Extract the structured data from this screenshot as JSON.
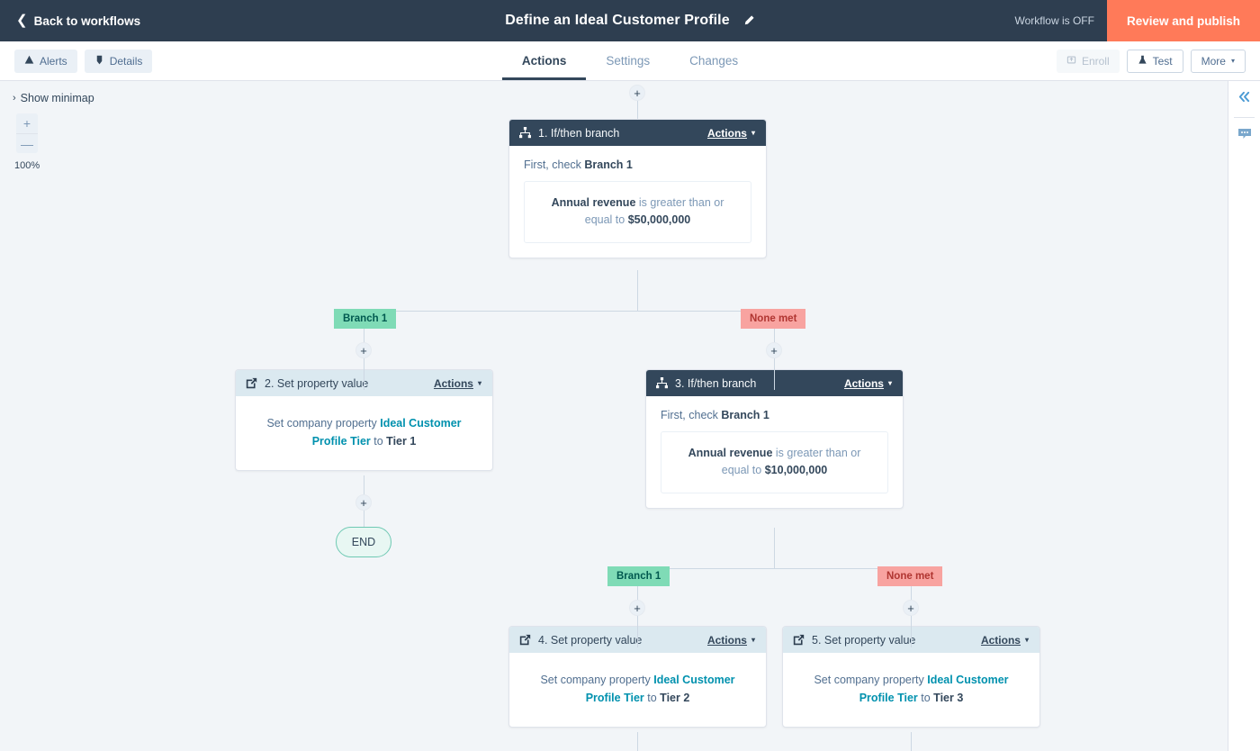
{
  "topbar": {
    "back_label": "Back to workflows",
    "back_icon": "chevron-left-icon",
    "workflow_title": "Define an Ideal Customer Profile",
    "edit_icon": "pencil-icon",
    "status_text": "Workflow is OFF",
    "publish_label": "Review and publish",
    "accent_color": "#ff7a59",
    "bar_color": "#2e3e50"
  },
  "subnav": {
    "alerts_label": "Alerts",
    "alerts_icon": "warning-triangle-icon",
    "details_label": "Details",
    "details_icon": "info-badge-icon",
    "tabs": [
      {
        "label": "Actions",
        "active": true
      },
      {
        "label": "Settings",
        "active": false
      },
      {
        "label": "Changes",
        "active": false
      }
    ],
    "enroll_label": "Enroll",
    "enroll_icon": "enroll-icon",
    "test_label": "Test",
    "test_icon": "flask-icon",
    "more_label": "More",
    "more_caret": "▾"
  },
  "canvas": {
    "minimap_label": "Show minimap",
    "minimap_chevron": "›",
    "zoom_in": "+",
    "zoom_out": "—",
    "zoom_level": "100%"
  },
  "rail": {
    "collapse_icon": "double-chevron-left-icon",
    "collapse_glyph": "«",
    "comments_icon": "comment-bubble-icon"
  },
  "labels": {
    "actions": "Actions",
    "caret": "▾",
    "first_check_prefix": "First, check ",
    "set_prefix": "Set company property ",
    "to_word": " to ",
    "end": "END",
    "plus": "+"
  },
  "nodes": {
    "n1": {
      "icon": "branch-icon",
      "title": "1. If/then branch",
      "branch_name": "Branch 1",
      "cond_property": "Annual revenue",
      "cond_operator": " is greater than or equal to ",
      "cond_value": "$50,000,000"
    },
    "n2": {
      "icon": "set-property-icon",
      "title": "2. Set property value",
      "property": "Ideal Customer Profile Tier",
      "value": "Tier 1"
    },
    "n3": {
      "icon": "branch-icon",
      "title": "3. If/then branch",
      "branch_name": "Branch 1",
      "cond_property": "Annual revenue",
      "cond_operator": " is greater than or equal to ",
      "cond_value": "$10,000,000"
    },
    "n4": {
      "icon": "set-property-icon",
      "title": "4. Set property value",
      "property": "Ideal Customer Profile Tier",
      "value": "Tier 2"
    },
    "n5": {
      "icon": "set-property-icon",
      "title": "5. Set property value",
      "property": "Ideal Customer Profile Tier",
      "value": "Tier 3"
    }
  },
  "branch_labels": {
    "b1_yes": "Branch 1",
    "b1_no": "None met",
    "b3_yes": "Branch 1",
    "b3_no": "None met"
  },
  "colors": {
    "yes_badge_bg": "#7fdbb6",
    "no_badge_bg": "#f8a3a0",
    "header_dark": "#33475b",
    "header_light": "#dbe9f0",
    "link_blue": "#0091ae",
    "canvas_bg": "#f2f5f8"
  }
}
